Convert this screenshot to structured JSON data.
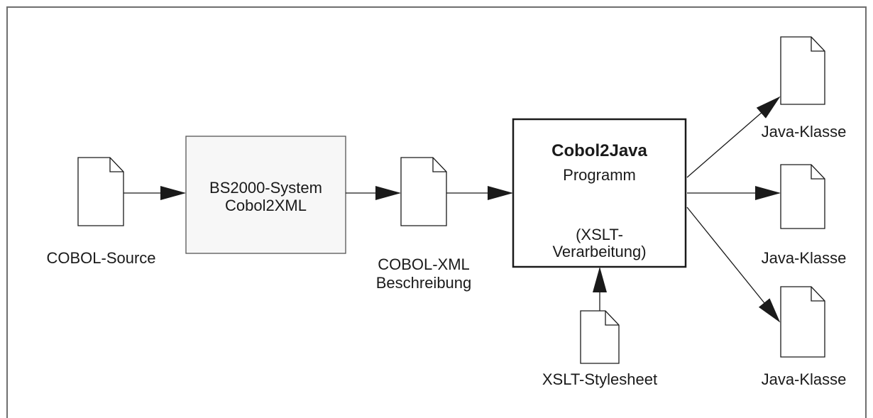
{
  "colors": {
    "line": "#1a1a1a",
    "box_fill": "#f7f7f7",
    "frame": "#6f6f6f"
  },
  "diagram": {
    "source_label": "COBOL-Source",
    "bs2000": {
      "line1": "BS2000-System",
      "line2": "Cobol2XML"
    },
    "xml_label_line1": "COBOL-XML",
    "xml_label_line2": "Beschreibung",
    "converter": {
      "title": "Cobol2Java",
      "subtitle": "Programm",
      "note_line1": "(XSLT-",
      "note_line2": "Verarbeitung)"
    },
    "stylesheet_label": "XSLT-Stylesheet",
    "outputs": [
      "Java-Klasse",
      "Java-Klasse",
      "Java-Klasse"
    ]
  }
}
